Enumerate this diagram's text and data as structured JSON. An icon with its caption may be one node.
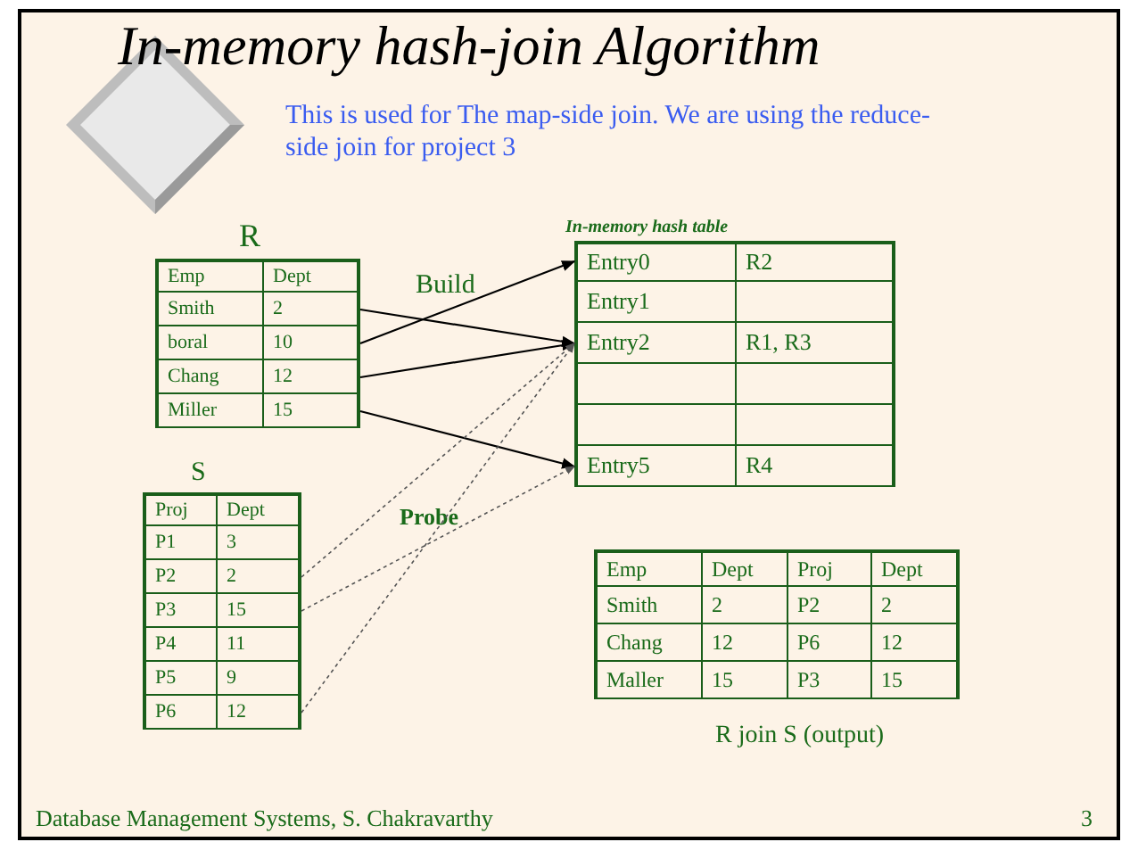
{
  "diagram": {
    "title": "In-memory hash-join Algorithm",
    "nodes": [
      {
        "text": [
          "R"
        ]
      },
      {
        "text": [
          "Emp",
          "Dept"
        ],
        "in": 0
      },
      {
        "text": [
          "Smith",
          "2"
        ],
        "in": 0
      },
      {
        "text": [
          "boral",
          "10"
        ],
        "in": 0
      },
      {
        "text": [
          "Chang",
          "12"
        ],
        "in": 0
      },
      {
        "text": [
          "Miller",
          "15"
        ],
        "in": 0
      },
      {
        "text": [
          "In-memory hash table"
        ]
      },
      {
        "text": [
          "Entry0",
          "R2"
        ],
        "in": 6
      },
      {
        "text": [
          "Entry1"
        ],
        "in": 6
      },
      {
        "text": [
          "Entry2",
          "R1, R3"
        ],
        "in": 6
      },
      {
        "text": [],
        "shape": "box",
        "in": 6
      },
      {
        "text": [],
        "shape": "box",
        "in": 6
      },
      {
        "text": [
          "Entry5",
          "R4"
        ],
        "in": 6
      },
      {
        "text": [
          "S"
        ]
      },
      {
        "text": [
          "Proj",
          "Dept"
        ],
        "in": 13
      },
      {
        "text": [
          "P1",
          "3"
        ],
        "in": 13
      },
      {
        "text": [
          "P2",
          "2"
        ],
        "in": 13
      },
      {
        "text": [
          "P3",
          "15"
        ],
        "in": 13
      },
      {
        "text": [
          "P4",
          "11"
        ],
        "in": 13
      },
      {
        "text": [
          "P5",
          "9"
        ],
        "in": 13
      },
      {
        "text": [
          "P6",
          "12"
        ],
        "in": 13
      },
      {
        "text": [
          "R join S (output)"
        ]
      },
      {
        "text": [
          "Emp",
          "Dept",
          "Proj",
          "Dept"
        ],
        "in": 21
      },
      {
        "text": [
          "Smith",
          "2",
          "P2",
          "2"
        ],
        "in": 21
      },
      {
        "text": [
          "Chang",
          "12",
          "P6",
          "12"
        ],
        "in": 21
      },
      {
        "text": [
          "Maller",
          "15",
          "P3",
          "15"
        ],
        "in": 21
      }
    ],
    "edges": [
      {
        "from": 2,
        "to": 9,
        "arrow": "to"
      },
      {
        "from": 3,
        "to": 7,
        "arrow": "to"
      },
      {
        "from": 4,
        "to": 9,
        "arrow": "to"
      },
      {
        "from": 5,
        "to": 12,
        "arrow": "to"
      },
      {
        "from": 16,
        "to": 9,
        "arrow": "to",
        "style": "dashed"
      },
      {
        "from": 17,
        "to": 12,
        "arrow": "to",
        "style": "dashed"
      },
      {
        "from": 20,
        "to": 9,
        "arrow": "to",
        "style": "dashed"
      }
    ],
    "labels": [
      "This is used for The map-side join. We are using the reduce-side join for project 3",
      "Build",
      "Probe",
      "Database Management Systems, S. Chakravarthy",
      "3"
    ]
  }
}
